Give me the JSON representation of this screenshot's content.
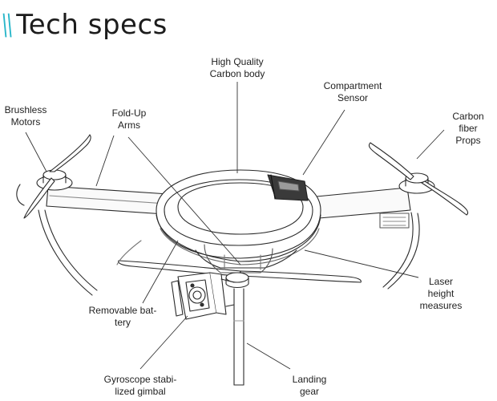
{
  "title": "Tech specs",
  "accent_color": "#29b6c9",
  "labels": {
    "carbon_body": [
      "High Quality",
      "Carbon body"
    ],
    "compartment_sensor": [
      "Compartment",
      "Sensor"
    ],
    "brushless_motors": [
      "Brushless",
      "Motors"
    ],
    "fold_up_arms": [
      "Fold-Up",
      "Arms"
    ],
    "carbon_props": [
      "Carbon",
      "fiber",
      "Props"
    ],
    "removable_battery": [
      "Removable bat-",
      "tery"
    ],
    "laser_height": [
      "Laser",
      "height",
      "measures"
    ],
    "gimbal": [
      "Gyroscope stabi-",
      "lized gimbal"
    ],
    "landing_gear": [
      "Landing",
      "gear"
    ]
  }
}
